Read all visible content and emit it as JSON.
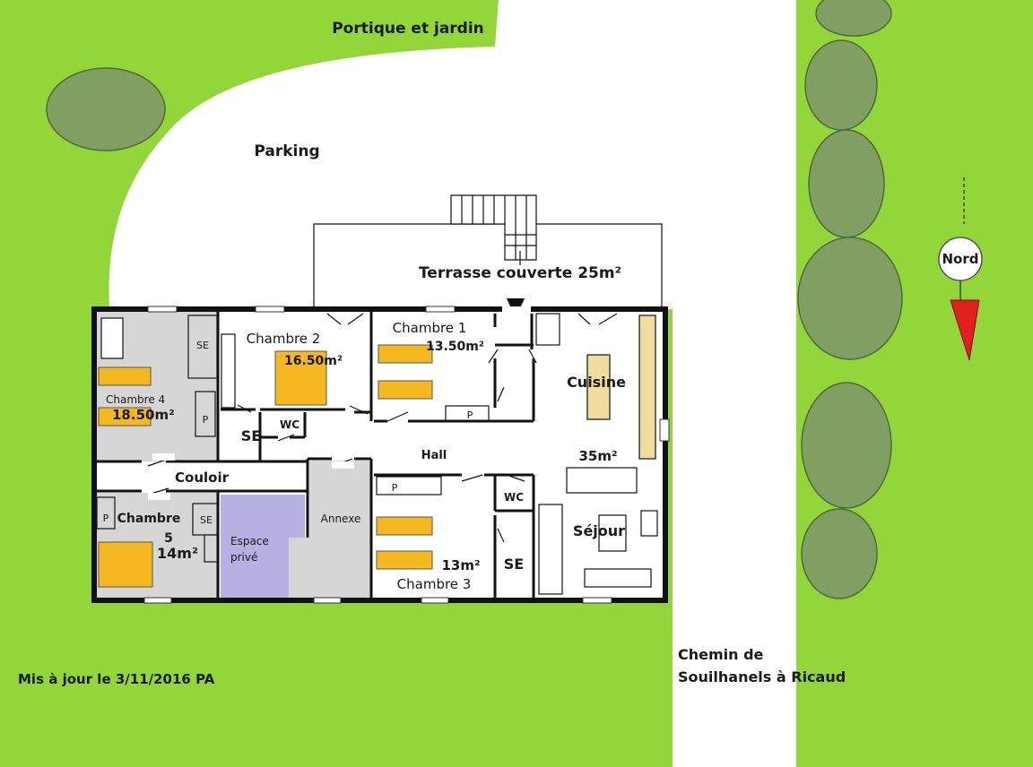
{
  "labels": {
    "garden": "Portique et jardin",
    "parking": "Parking",
    "terrace": "Terrasse couverte 25m²",
    "north": "Nord",
    "road_line1": "Chemin de",
    "road_line2": "Souilhanels à Ricaud",
    "updated": "Mis à jour le 3/11/2016  PA"
  },
  "rooms": {
    "chambre4": {
      "name": "Chambre 4",
      "area": "18.50m²"
    },
    "chambre2": {
      "name": "Chambre 2",
      "area": "16.50m²"
    },
    "chambre1": {
      "name": "Chambre 1",
      "area": "13.50m²"
    },
    "chambre5": {
      "name_line1": "Chambre",
      "name_line2": "5",
      "area": "14m²"
    },
    "chambre3": {
      "name": "Chambre 3",
      "area": "13m²"
    },
    "cuisine": {
      "name": "Cuisine",
      "area": "35m²"
    },
    "sejour": {
      "name": "Séjour"
    },
    "couloir": "Couloir",
    "hall": "Hall",
    "annexe": "Annexe",
    "espace_line1": "Espace",
    "espace_line2": "privé",
    "se": "SE",
    "wc": "WC",
    "p": "P"
  },
  "colors": {
    "grass": "#93d63a",
    "bed": "#f5b820",
    "grey_room": "#d6d6d6",
    "private": "#b7b0e3",
    "north_arrow": "#e0201c"
  }
}
